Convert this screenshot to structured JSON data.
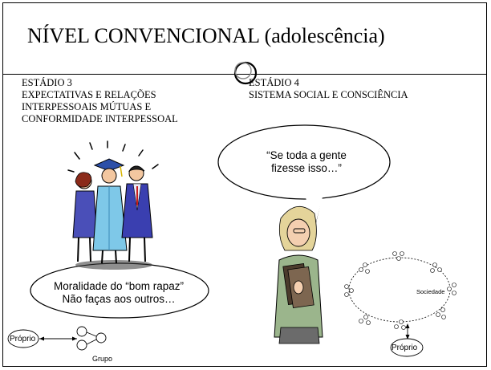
{
  "title": "NÍVEL CONVENCIONAL (adolescência)",
  "stage3": {
    "name": "ESTÁDIO 3",
    "description_lines": [
      "EXPECTATIVAS E RELAÇÕES",
      "INTERPESSOAIS MÚTUAS E",
      "CONFORMIDADE INTERPESSOAL"
    ]
  },
  "stage4": {
    "name": "ESTÁDIO 4",
    "description_lines": [
      "SISTEMA SOCIAL E CONSCIÊNCIA"
    ]
  },
  "speech_bubble": {
    "lines": [
      "“Se toda a gente",
      "fizesse isso…”"
    ]
  },
  "moral_bubble": {
    "lines": [
      "Moralidade do “bom rapaz”",
      "Não faças aos outros…"
    ]
  },
  "diagram_left": {
    "self_label": "Próprio",
    "group_label": "Grupo"
  },
  "diagram_right": {
    "society_label": "Sociedade",
    "self_label": "Próprio"
  },
  "icons": [
    "graduates-clipart",
    "woman-with-books-clipart",
    "binder-ring-icon"
  ],
  "colors": {
    "text": "#000000",
    "border": "#000000",
    "bubble_fill": "#ffffff"
  }
}
